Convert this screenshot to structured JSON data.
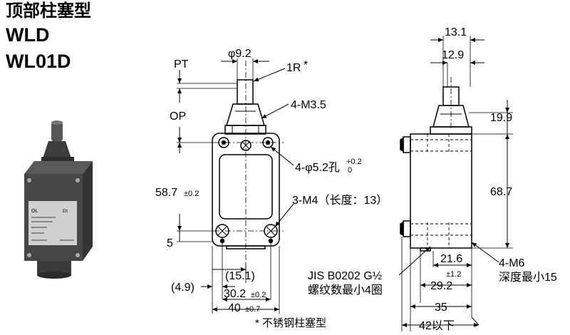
{
  "header": {
    "title_cn": "顶部柱塞型",
    "model1": "WLD",
    "model2": "WL01D"
  },
  "dims": {
    "pt": "PT",
    "op": "OP",
    "phi92": "φ9.2",
    "r1": "1R",
    "asterisk": "*",
    "m35": "4-M3.5",
    "hole": "4-φ5.2孔",
    "hole_tol_up": "+0.2",
    "hole_tol_dn": "0",
    "m4": "3-M4（长度：13）",
    "d587": "58.7",
    "d587_tol": "±0.2",
    "d5": "5",
    "d49": "(4.9)",
    "d151": "(15.1)",
    "d302": "30.2",
    "d302_tol": "±0.2",
    "d40": "40",
    "d40_tol": "±0.7",
    "footnote": "* 不锈钢柱塞型",
    "jis1": "JIS B0202 G½",
    "jis2": "螺纹数最小4圈",
    "d131": "13.1",
    "d129": "12.9",
    "d199": "19.9",
    "d687": "68.7",
    "d216": "21.6",
    "d216_tol": "±1.2",
    "d292": "29.2",
    "d35": "35",
    "d42": "42以下",
    "m6": "4-M6",
    "m6_depth": "深度最小15"
  },
  "colors": {
    "line": "#000000",
    "body_gray": "#4a4a4a",
    "body_light": "#8a8a8a"
  }
}
